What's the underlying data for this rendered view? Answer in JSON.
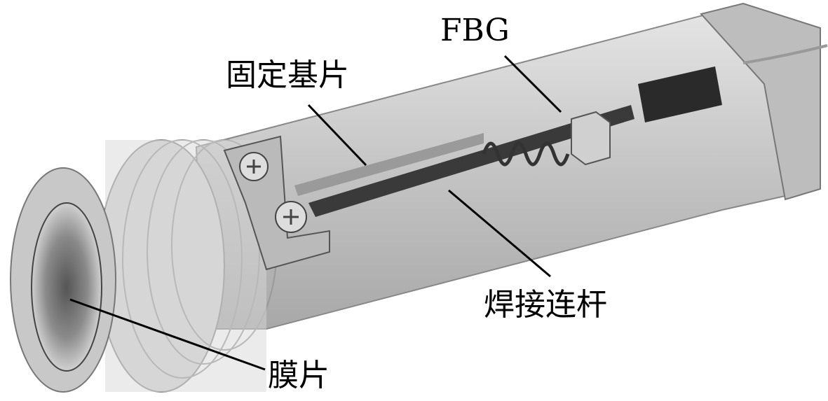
{
  "title": "FBG pressure sensor structure",
  "labels": {
    "base": "固定基片",
    "fbg": "FBG",
    "rod": "焊接连杆",
    "diaphragm": "膜片"
  },
  "colors": {
    "body": "#c9c9c9",
    "dark": "#2a2a2a",
    "line": "#000000"
  }
}
